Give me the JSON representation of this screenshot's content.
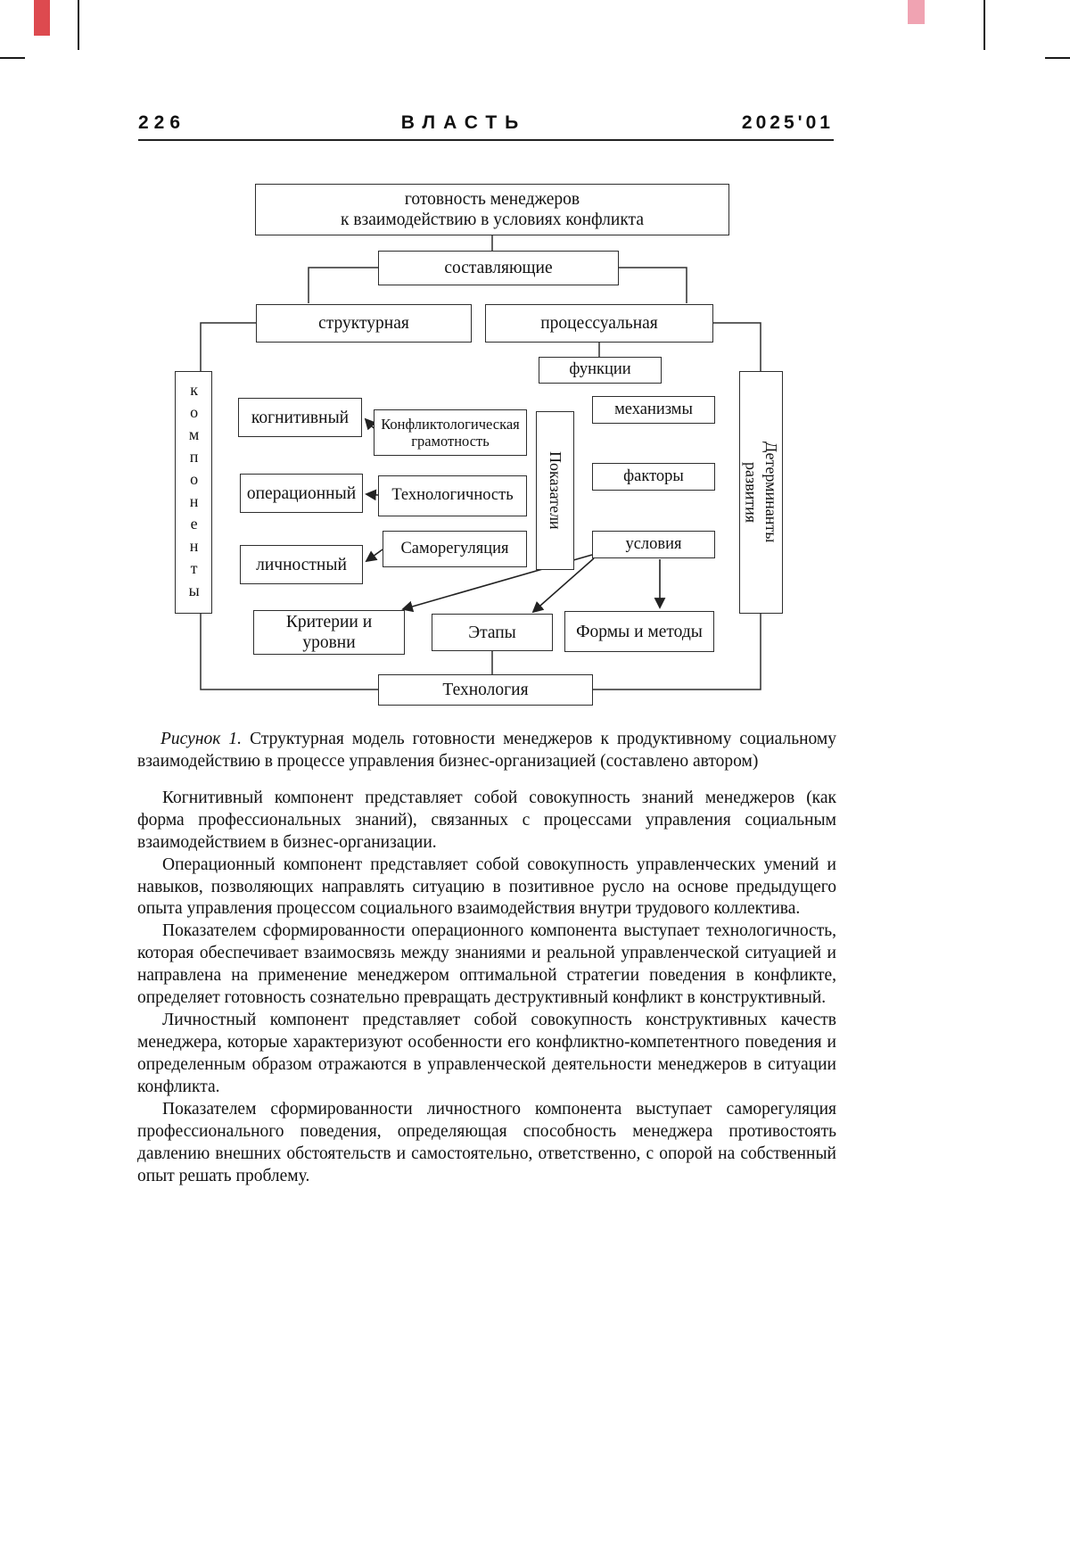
{
  "header": {
    "page_number": "226",
    "journal": "ВЛАСТЬ",
    "issue": "2025'01"
  },
  "figure": {
    "nodes": {
      "readiness": {
        "lines": [
          "готовность менеджеров",
          "к взаимодействию в условиях конфликта"
        ]
      },
      "components_top": {
        "label": "составляющие"
      },
      "structural": {
        "label": "структурная"
      },
      "procedural": {
        "label": "процессуальная"
      },
      "functions": {
        "label": "функции"
      },
      "components_side": {
        "label": "компоненты"
      },
      "cognitive": {
        "label": "когнитивный"
      },
      "conflict_literacy": {
        "lines": [
          "Конфликтологическая",
          "грамотность"
        ]
      },
      "mechanisms": {
        "label": "механизмы"
      },
      "indicators": {
        "label": "Показатели"
      },
      "operational": {
        "label": "операционный"
      },
      "technological": {
        "label": "Технологичность"
      },
      "factors": {
        "label": "факторы"
      },
      "self_regulation": {
        "label": "Саморегуляция"
      },
      "personal": {
        "label": "личностный"
      },
      "conditions": {
        "label": "условия"
      },
      "criteria": {
        "lines": [
          "Критерии и",
          "уровни"
        ]
      },
      "stages": {
        "label": "Этапы"
      },
      "forms_methods": {
        "label": "Формы и методы"
      },
      "technology": {
        "label": "Технология"
      },
      "determinants": {
        "lines": [
          "Детерминанты",
          "развития"
        ]
      }
    },
    "caption_label": "Рисунок 1.",
    "caption_text": "Структурная модель готовности менеджеров к продуктивному социальному взаимодействию в процессе управления бизнес-организацией (составлено автором)"
  },
  "paragraphs": [
    "Когнитивный компонент представляет собой совокупность знаний менеджеров (как форма профессиональных знаний), связанных с процессами управления социальным взаимодействием в бизнес-организации.",
    "Операционный компонент представляет собой совокупность управленческих умений и навыков, позволяющих направлять ситуацию в позитивное русло на основе предыдущего опыта управления процессом социального взаимодействия внутри трудового коллектива.",
    "Показателем сформированности операционного компонента выступает технологичность, которая обеспечивает взаимосвязь между знаниями и реальной управленческой ситуацией и направлена на применение менеджером оптимальной стратегии поведения в конфликте, определяет готовность сознательно превращать деструктивный конфликт в конструктивный.",
    "Личностный компонент представляет собой совокупность конструктивных качеств менеджера, которые характеризуют особенности его конфликтно-компетентного поведения и определенным образом отражаются в управленческой деятельности менеджеров в ситуации конфликта.",
    "Показателем сформированности личностного компонента выступает саморегуляция профессионального поведения, определяющая способность менеджера противостоять давлению внешних обстоятельств и самостоятельно, ответственно, с опорой на собственный опыт решать проблему."
  ]
}
